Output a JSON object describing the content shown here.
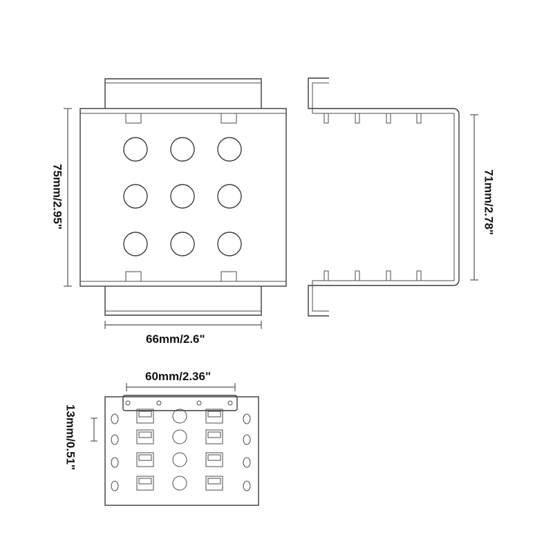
{
  "dimensions": {
    "height_front": "75mm/2.95\"",
    "width_front": "66mm/2.6\"",
    "height_side": "71mm/2.78\"",
    "width_bottom": "60mm/2.36\"",
    "depth_bottom": "13mm/0.51\""
  },
  "colors": {
    "line": "#3a3a3a",
    "background": "#ffffff"
  }
}
